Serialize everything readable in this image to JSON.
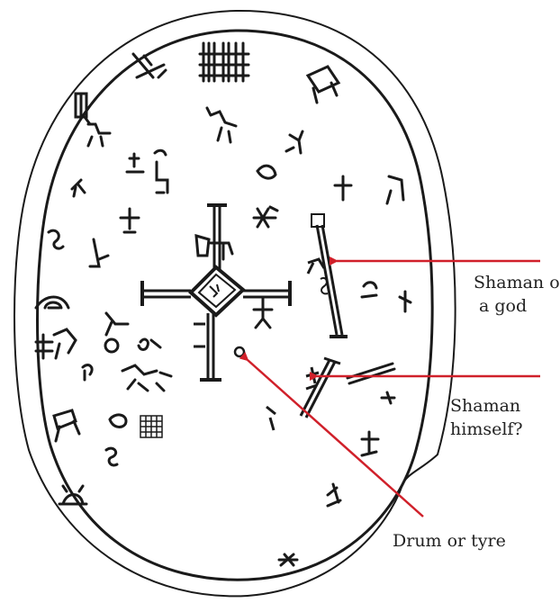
{
  "figure": {
    "annotations": [
      {
        "lines": [
          "Shaman or",
          "a god"
        ]
      },
      {
        "lines": [
          "Shaman",
          "himself?"
        ]
      },
      {
        "lines": [
          "Drum or tyre"
        ]
      }
    ],
    "colors": {
      "ink": "#1a1a1a",
      "arrow": "#d0202a",
      "background": "#ffffff"
    }
  }
}
